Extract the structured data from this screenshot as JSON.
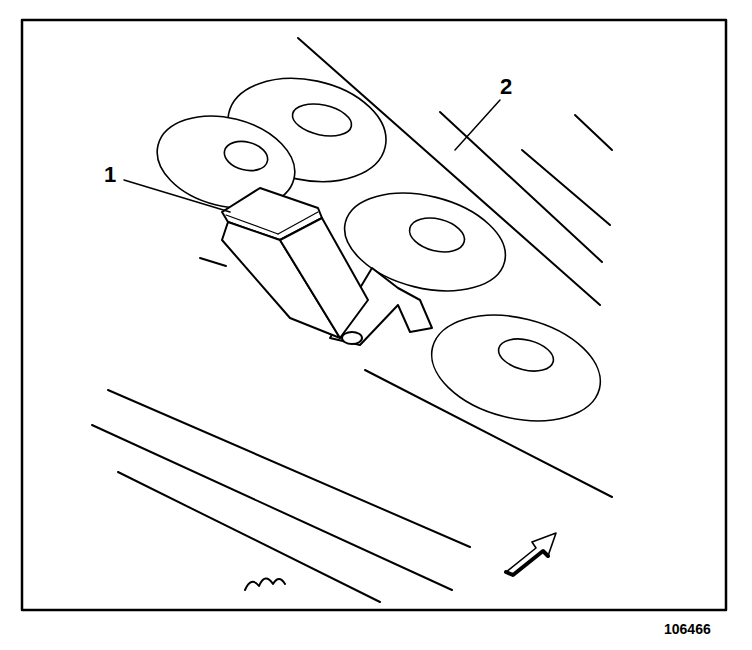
{
  "diagram": {
    "labels": [
      "1",
      "2",
      "106466"
    ]
  }
}
